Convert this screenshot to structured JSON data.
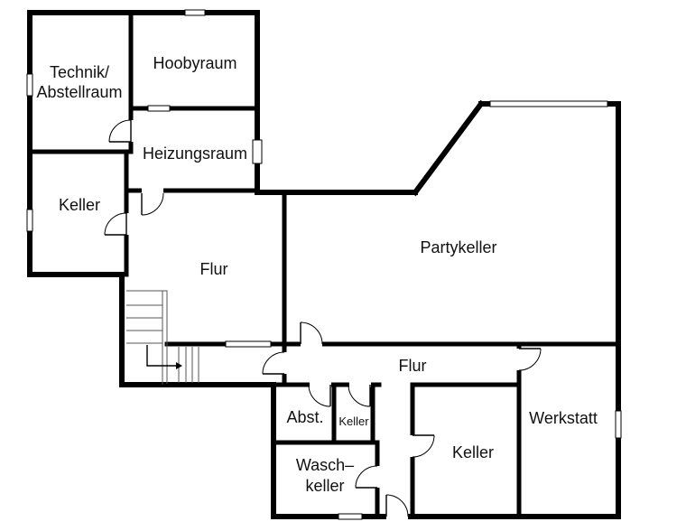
{
  "rooms": [
    {
      "id": "technik",
      "lines": [
        "Technik/",
        "Abstellraum"
      ]
    },
    {
      "id": "hoobyraum",
      "lines": [
        "Hoobyraum"
      ]
    },
    {
      "id": "heizungsraum",
      "lines": [
        "Heizungsraum"
      ]
    },
    {
      "id": "keller-left",
      "lines": [
        "Keller"
      ]
    },
    {
      "id": "flur-upper",
      "lines": [
        "Flur"
      ]
    },
    {
      "id": "partykeller",
      "lines": [
        "Partykeller"
      ]
    },
    {
      "id": "flur-lower",
      "lines": [
        "Flur"
      ]
    },
    {
      "id": "abst",
      "lines": [
        "Abst."
      ]
    },
    {
      "id": "keller-small",
      "lines": [
        "Keller"
      ]
    },
    {
      "id": "werkstatt",
      "lines": [
        "Werkstatt"
      ]
    },
    {
      "id": "keller-center",
      "lines": [
        "Keller"
      ]
    },
    {
      "id": "waschkeller",
      "lines": [
        "Wasch–",
        "keller"
      ]
    }
  ]
}
